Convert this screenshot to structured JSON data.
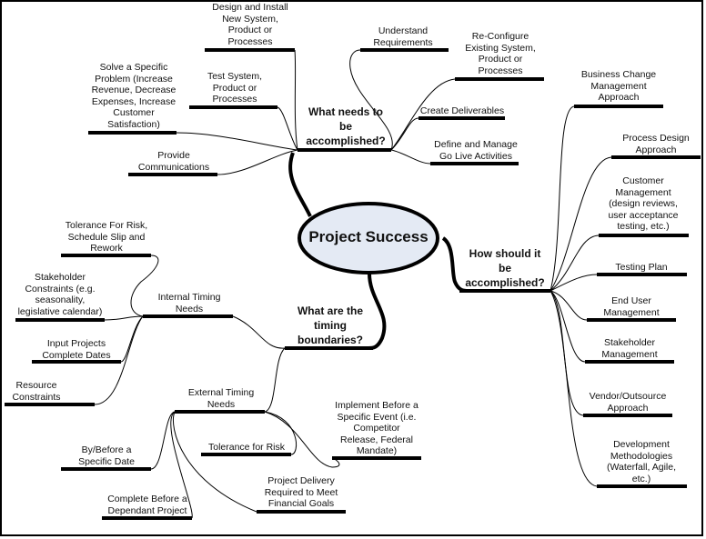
{
  "root": {
    "label": "Project Success",
    "fill": "#e4eaf4"
  },
  "branches": {
    "what": {
      "label": "What needs to\nbe\naccomplished?",
      "children": [
        "Design and Install\nNew System,\nProduct or\nProcesses",
        "Test System,\nProduct or\nProcesses",
        "Solve a Specific\nProblem (Increase\nRevenue, Decrease\nExpenses, Increase\nCustomer\nSatisfaction)",
        "Provide\nCommunications",
        "Understand\nRequirements",
        "Re-Configure\nExisting System,\nProduct or\nProcesses",
        "Create Deliverables",
        "Define and Manage\nGo Live Activities"
      ]
    },
    "how": {
      "label": "How should it\nbe\naccomplished?",
      "children": [
        "Business Change\nManagement\nApproach",
        "Process Design\nApproach",
        "Customer\nManagement\n(design reviews,\nuser acceptance\ntesting, etc.)",
        "Testing Plan",
        "End User\nManagement",
        "Stakeholder\nManagement",
        "Vendor/Outsource\nApproach",
        "Development\nMethodologies\n(Waterfall, Agile,\netc.)"
      ]
    },
    "timing": {
      "label": "What are the\ntiming\nboundaries?",
      "internal": {
        "label": "Internal Timing\nNeeds",
        "children": [
          "Tolerance For Risk,\nSchedule Slip and\nRework",
          "Stakeholder\nConstraints (e.g.\nseasonality,\nlegislative calendar)",
          "Input Projects\nComplete Dates",
          "Resource\nConstraints"
        ]
      },
      "external": {
        "label": "External Timing\nNeeds",
        "children": [
          "By/Before a\nSpecific Date",
          "Complete Before a\nDependant Project",
          "Tolerance for Risk",
          "Implement Before a\nSpecific Event (i.e.\nCompetitor\nRelease, Federal\nMandate)",
          "Project Delivery\nRequired to Meet\nFinancial Goals"
        ]
      }
    }
  }
}
